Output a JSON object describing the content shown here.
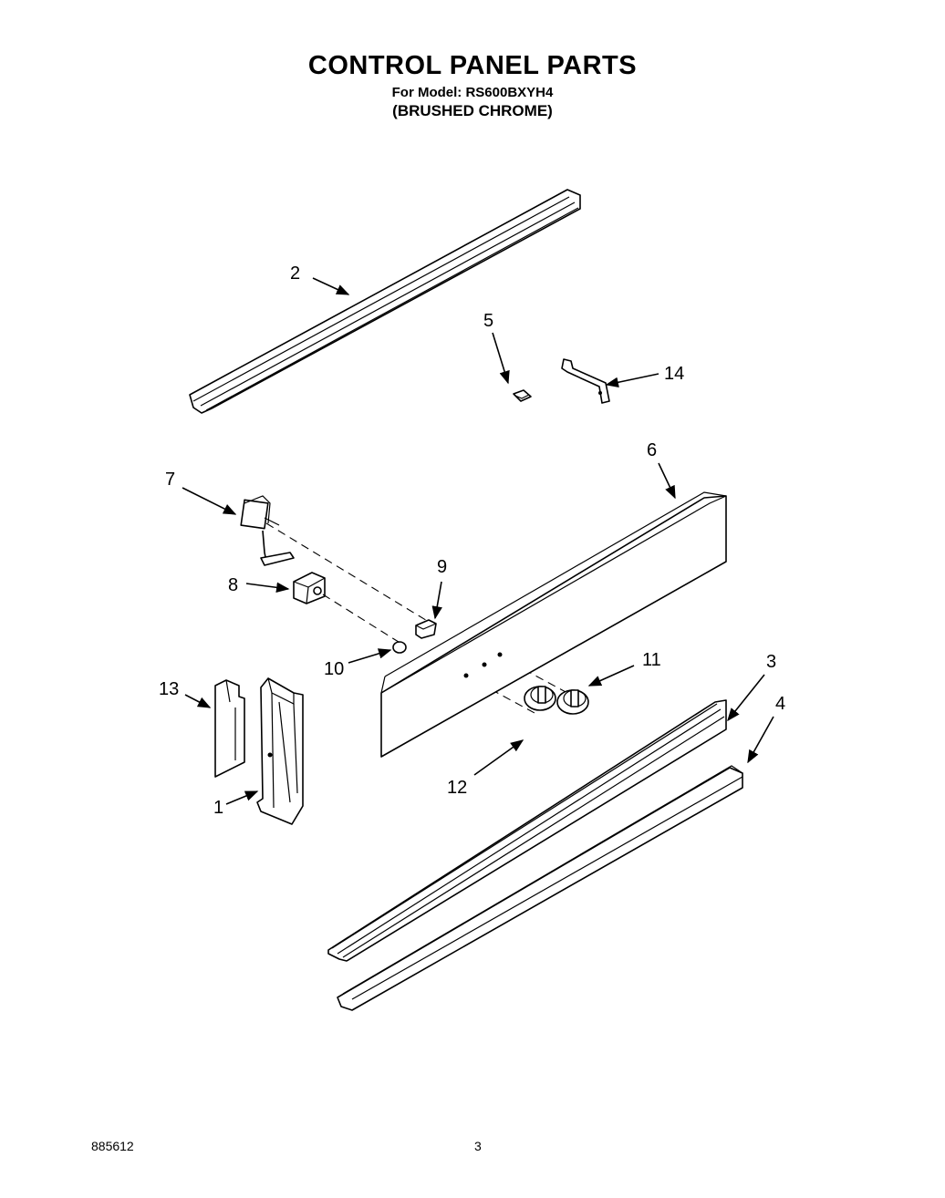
{
  "header": {
    "title": "CONTROL PANEL PARTS",
    "model": "For Model: RS600BXYH4",
    "finish": "(BRUSHED CHROME)"
  },
  "footer": {
    "doc_number": "885612",
    "page_number": "3"
  },
  "callouts": [
    "1",
    "2",
    "3",
    "4",
    "5",
    "6",
    "7",
    "8",
    "9",
    "10",
    "11",
    "12",
    "13",
    "14"
  ]
}
